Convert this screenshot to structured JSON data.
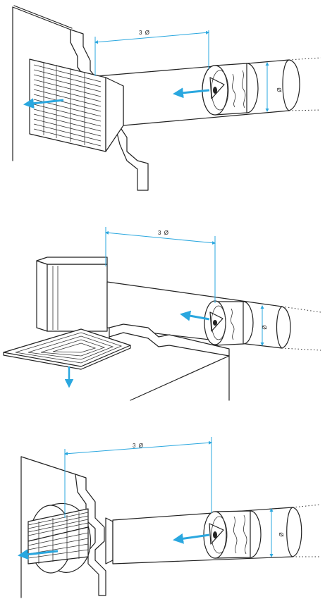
{
  "colors": {
    "dimension": "#2aa7df",
    "airflow": "#2aa7df",
    "line": "#222222"
  },
  "scenes": [
    {
      "length_label": "3 Ø",
      "diameter_label": "Ø"
    },
    {
      "length_label": "3 Ø",
      "diameter_label": "Ø"
    },
    {
      "length_label": "3 Ø",
      "diameter_label": "Ø"
    }
  ]
}
